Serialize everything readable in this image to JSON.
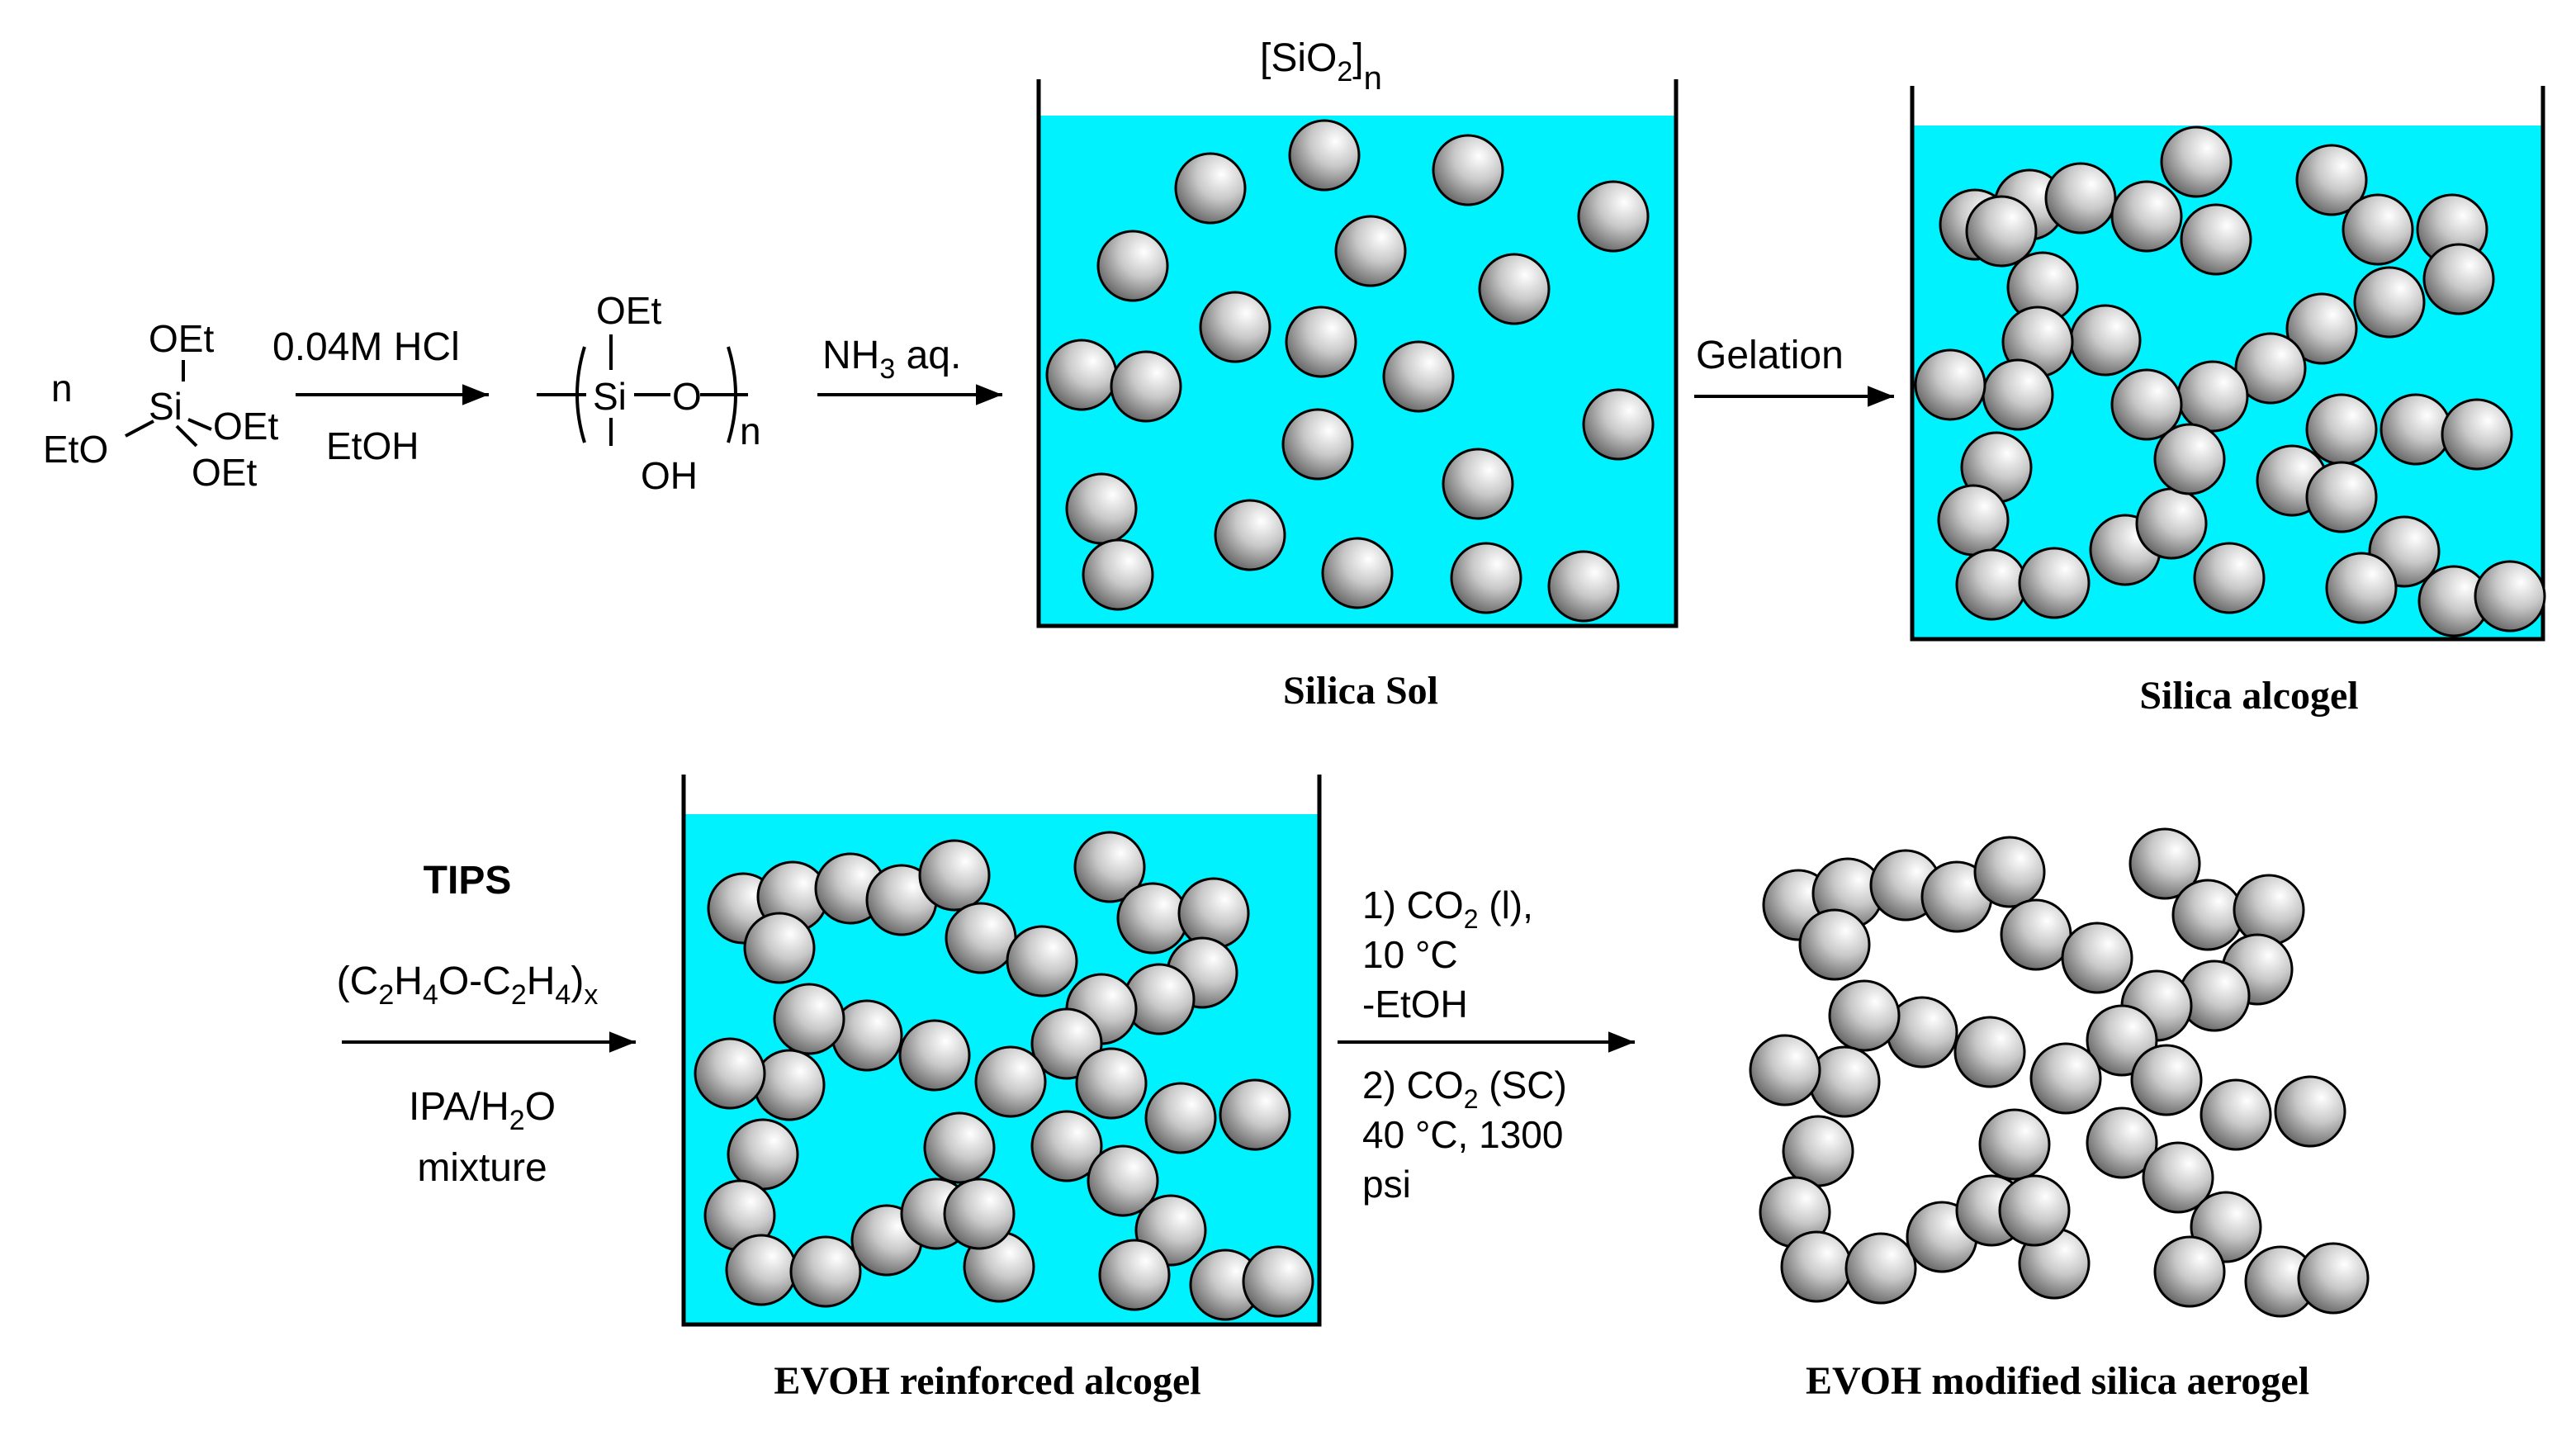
{
  "colors": {
    "liquid": "#00f2ff",
    "outline": "#000000",
    "particle_light": "#ffffff",
    "particle_mid": "#c8c8c8",
    "particle_dark": "#5a5a5a"
  },
  "reagents": {
    "n_coefficient": "n",
    "teos_oet_top": "OEt",
    "teos_si": "Si",
    "teos_oet_right": "OEt",
    "teos_eto_left": "EtO",
    "teos_oet_bottom": "OEt",
    "step1_above": "0.04M HCl",
    "step1_below": "EtOH",
    "polymer_oet": "OEt",
    "polymer_si": "Si",
    "polymer_o": "O",
    "polymer_oh": "OH",
    "polymer_n": "n",
    "step2_above_main": "NH",
    "step2_above_sub": "3",
    "step2_above_tail": " aq.",
    "gelation": "Gelation"
  },
  "sol_label": {
    "bracket_open": "[SiO",
    "sub": "2",
    "bracket_close": "]",
    "n": "n"
  },
  "captions": {
    "silica_sol": "Silica Sol",
    "silica_alcogel": "Silica alcogel",
    "evoh_alcogel": "EVOH reinforced alcogel",
    "evoh_aerogel": "EVOH modified silica aerogel"
  },
  "step3": {
    "tips": "TIPS",
    "formula": [
      "(C",
      "2",
      "H",
      "4",
      "O-C",
      "2",
      "H",
      "4",
      ")",
      "x"
    ],
    "solvent_line1_main": "IPA/H",
    "solvent_line1_sub": "2",
    "solvent_line1_tail": "O",
    "solvent_line2": "mixture"
  },
  "step4": {
    "line1_a": "1) CO",
    "line1_sub": "2",
    "line1_b": " (l),",
    "line2": "10 °C",
    "line3": "-EtOH",
    "line4_a": "2) CO",
    "line4_sub": "2",
    "line4_b": " (SC)",
    "line5": "40 °C, 1300",
    "line6": "psi"
  }
}
